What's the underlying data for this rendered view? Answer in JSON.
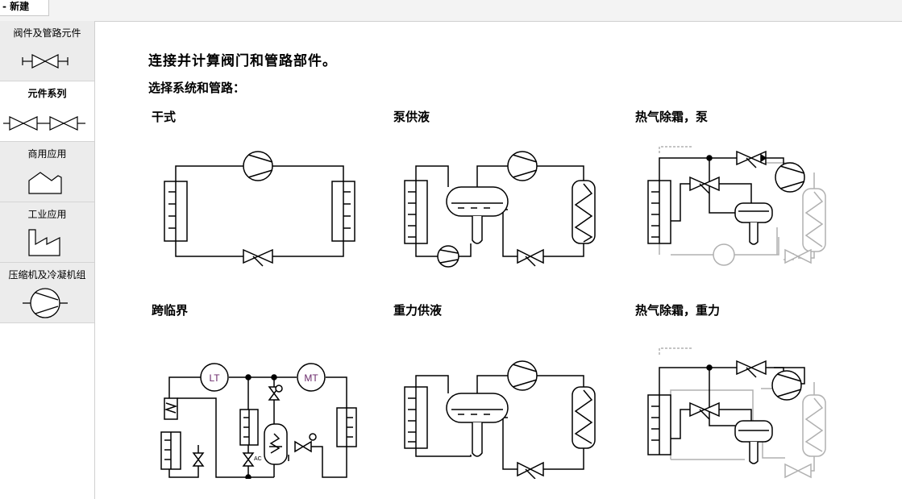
{
  "tab": {
    "label": "- 新建"
  },
  "sidebar": {
    "items": [
      {
        "label": "阀件及管路元件",
        "icon": "valve-icon"
      },
      {
        "label": "元件系列",
        "icon": "valve-series-icon"
      },
      {
        "label": "商用应用",
        "icon": "commercial-building-icon"
      },
      {
        "label": "工业应用",
        "icon": "factory-icon"
      },
      {
        "label": "压缩机及冷凝机组",
        "icon": "compressor-icon"
      }
    ]
  },
  "main": {
    "heading": "连接并计算阀门和管路部件。",
    "subheading": "选择系统和管路：",
    "systems": [
      {
        "title": "干式",
        "icon": "dx-system-diagram"
      },
      {
        "title": "泵供液",
        "icon": "pump-fed-system-diagram"
      },
      {
        "title": "热气除霜，泵",
        "icon": "hot-gas-defrost-pump-diagram"
      },
      {
        "title": "跨临界",
        "icon": "transcritical-system-diagram",
        "labels": {
          "lt": "LT",
          "mt": "MT",
          "ac": "AC"
        }
      },
      {
        "title": "重力供液",
        "icon": "gravity-fed-system-diagram"
      },
      {
        "title": "热气除霜，重力",
        "icon": "hot-gas-defrost-gravity-diagram"
      }
    ]
  },
  "colors": {
    "active": "#ffffff",
    "inactive": "#ececec",
    "line": "#000000",
    "faded": "#b0b0b0"
  }
}
